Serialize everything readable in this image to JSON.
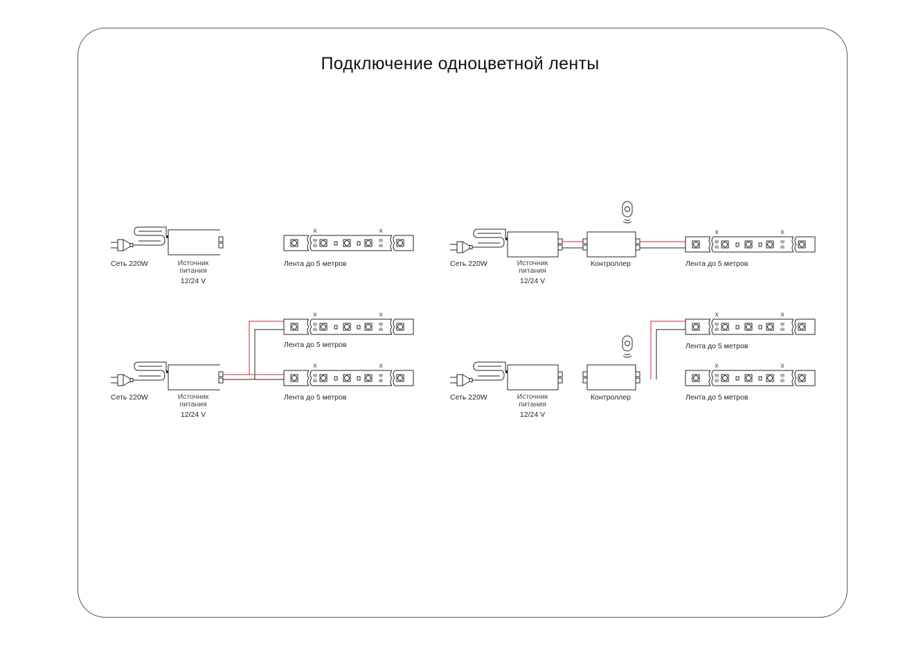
{
  "title": "Подключение одноцветной ленты",
  "labels": {
    "mains": "Сеть 220W",
    "psu_line1": "Источник",
    "psu_line2": "питания",
    "psu_voltage": "12/24 V",
    "strip": "Лента до 5 метров",
    "controller": "Контроллер",
    "cut_mark": "x"
  },
  "colors": {
    "positive_wire": "#d2232a",
    "negative_wire": "#222222",
    "cut_pads": "#aaaaaa",
    "frame": "#555555"
  },
  "diagrams": [
    {
      "name": "psu-to-strip"
    },
    {
      "name": "psu-controller-strip"
    },
    {
      "name": "psu-two-strips-parallel"
    },
    {
      "name": "psu-controller-two-strips"
    }
  ]
}
